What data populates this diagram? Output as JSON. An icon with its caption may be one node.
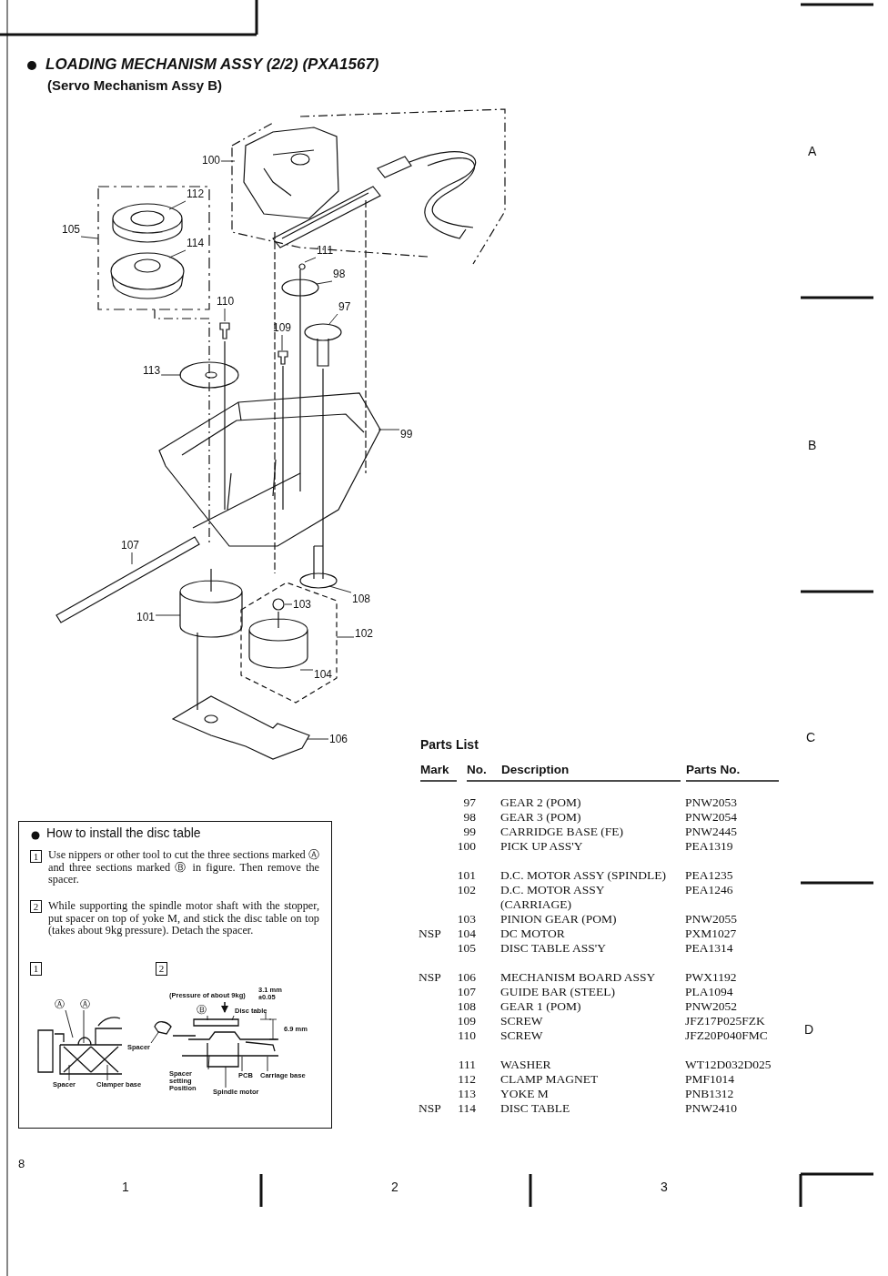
{
  "diagram": {
    "title": "LOADING MECHANISM ASSY (2/2) (PXA1567)",
    "nodes": [
      {
        "text": [
          "How to install the disc table",
          "1",
          "Use nippers or other tool to cut the three sections marked Ⓐ and three sections marked Ⓑ in figure. Then remove the spacer.",
          "2",
          "While supporting the spindle motor shaft with the stopper, put spacer on top of yoke M, and stick the disc table on top (takes about 9kg pressure). Detach the spacer.",
          "1",
          "2"
        ]
      },
      {
        "text": [
          "Ⓐ"
        ],
        "in": 0
      },
      {
        "text": [
          "Ⓐ"
        ],
        "in": 0
      },
      {
        "text": [
          "Spacer"
        ],
        "in": 0
      },
      {
        "text": [
          "Clamper base"
        ],
        "in": 0
      },
      {
        "text": [
          "Spacer"
        ],
        "in": 0
      },
      {
        "text": [
          "Ⓑ"
        ],
        "in": 0
      },
      {
        "text": [
          "Disc table"
        ],
        "in": 0
      },
      {
        "text": [
          "Spacer setting Position"
        ],
        "in": 0
      },
      {
        "text": [
          "PCB"
        ],
        "in": 0
      },
      {
        "text": [
          "Carriage base"
        ],
        "in": 0
      },
      {
        "text": [
          "Spindle motor"
        ],
        "in": 0
      },
      {
        "text": [
          "100"
        ]
      },
      {
        "text": [
          "112"
        ]
      },
      {
        "text": [
          "105"
        ]
      },
      {
        "text": [
          "114"
        ]
      },
      {
        "text": [
          "111"
        ]
      },
      {
        "text": [
          "98"
        ]
      },
      {
        "text": [
          "110"
        ]
      },
      {
        "text": [
          "97"
        ]
      },
      {
        "text": [
          "109"
        ]
      },
      {
        "text": [
          "113"
        ]
      },
      {
        "text": [
          "99"
        ]
      },
      {
        "text": [
          "107"
        ]
      },
      {
        "text": [
          "108"
        ]
      },
      {
        "text": [
          "103"
        ]
      },
      {
        "text": [
          "101"
        ]
      },
      {
        "text": [
          "102"
        ]
      },
      {
        "text": [
          "104"
        ]
      },
      {
        "text": [
          "106"
        ]
      },
      {
        "text": [],
        "shape": "picture",
        "in": 0
      },
      {
        "text": [],
        "shape": "picture",
        "in": 0
      }
    ],
    "edges": [
      {
        "from": 1,
        "to": 30,
        "arrow": "none"
      },
      {
        "from": 2,
        "to": 30,
        "arrow": "none"
      },
      {
        "from": 3,
        "to": 30,
        "arrow": "none"
      },
      {
        "from": 4,
        "to": 30,
        "arrow": "none"
      },
      {
        "from": 5,
        "to": 31,
        "arrow": "none"
      },
      {
        "from": 6,
        "to": 31,
        "arrow": "none"
      },
      {
        "from": 7,
        "to": 31,
        "arrow": "none"
      },
      {
        "from": 8,
        "to": 31,
        "arrow": "none"
      },
      {
        "from": 9,
        "to": 31,
        "arrow": "none"
      },
      {
        "from": 10,
        "to": 31,
        "arrow": "none"
      },
      {
        "from": 11,
        "to": 31,
        "arrow": "none"
      },
      {
        "from": 12,
        "to": null,
        "arrow": "none"
      },
      {
        "from": 13,
        "to": null,
        "arrow": "none"
      },
      {
        "from": 14,
        "to": null,
        "arrow": "none"
      },
      {
        "from": 15,
        "to": null,
        "arrow": "none"
      },
      {
        "from": 16,
        "to": null,
        "arrow": "none"
      },
      {
        "from": 17,
        "to": null,
        "arrow": "none"
      },
      {
        "from": 18,
        "to": null,
        "arrow": "none"
      },
      {
        "from": 19,
        "to": null,
        "arrow": "none"
      },
      {
        "from": 20,
        "to": null,
        "arrow": "none"
      },
      {
        "from": 21,
        "to": null,
        "arrow": "none"
      },
      {
        "from": 22,
        "to": null,
        "arrow": "none"
      },
      {
        "from": 23,
        "to": null,
        "arrow": "none"
      },
      {
        "from": 24,
        "to": null,
        "arrow": "none"
      },
      {
        "from": 25,
        "to": null,
        "arrow": "none"
      },
      {
        "from": 26,
        "to": null,
        "arrow": "none"
      },
      {
        "from": 27,
        "to": null,
        "arrow": "none"
      },
      {
        "from": 28,
        "to": null,
        "arrow": "none"
      },
      {
        "from": 29,
        "to": null,
        "arrow": "none"
      }
    ],
    "labels": [
      "(Servo Mechanism Assy B)",
      "A",
      "B",
      "C",
      "D",
      "(Pressure of about 9kg)",
      "3.1 mm ±0.05",
      "6.9 mm",
      "Parts List",
      "Mark",
      "No.",
      "Description",
      "Parts No.",
      "97",
      "GEAR 2 (POM)",
      "PNW2053",
      "98",
      "GEAR 3 (POM)",
      "PNW2054",
      "99",
      "CARRIDGE BASE (FE)",
      "PNW2445",
      "100",
      "PICK UP ASS'Y",
      "PEA1319",
      "101",
      "D.C. MOTOR ASSY (SPINDLE)",
      "PEA1235",
      "102",
      "D.C. MOTOR ASSY (CARRIAGE)",
      "PEA1246",
      "103",
      "PINION GEAR (POM)",
      "PNW2055",
      "NSP",
      "104",
      "DC MOTOR",
      "PXM1027",
      "105",
      "DISC TABLE ASS'Y",
      "PEA1314",
      "NSP",
      "106",
      "MECHANISM BOARD ASSY",
      "PWX1192",
      "107",
      "GUIDE BAR (STEEL)",
      "PLA1094",
      "108",
      "GEAR 1 (POM)",
      "PNW2052",
      "109",
      "SCREW",
      "JFZ17P025FZK",
      "110",
      "SCREW",
      "JFZ20P040FMC",
      "111",
      "WASHER",
      "WT12D032D025",
      "112",
      "CLAMP MAGNET",
      "PMF1014",
      "113",
      "YOKE M",
      "PNB1312",
      "NSP",
      "114",
      "DISC TABLE",
      "PNW2410",
      "8",
      "1",
      "2",
      "3"
    ]
  }
}
